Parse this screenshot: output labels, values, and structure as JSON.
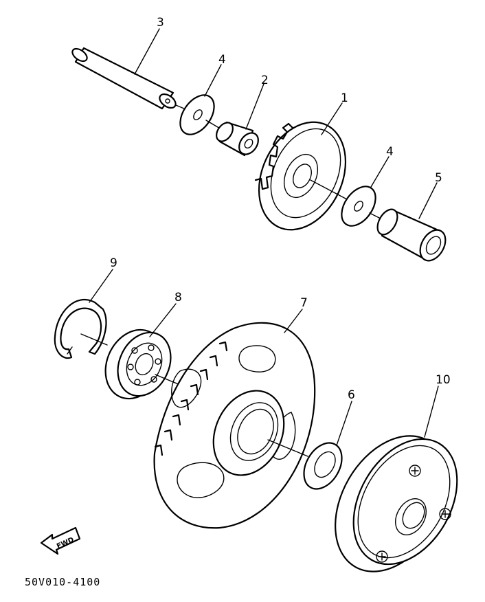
{
  "diagram": {
    "callouts": [
      "1",
      "2",
      "3",
      "4",
      "4",
      "5",
      "6",
      "7",
      "8",
      "9",
      "10"
    ],
    "fwd_label": "FWD",
    "part_code": "50V010-4100"
  }
}
